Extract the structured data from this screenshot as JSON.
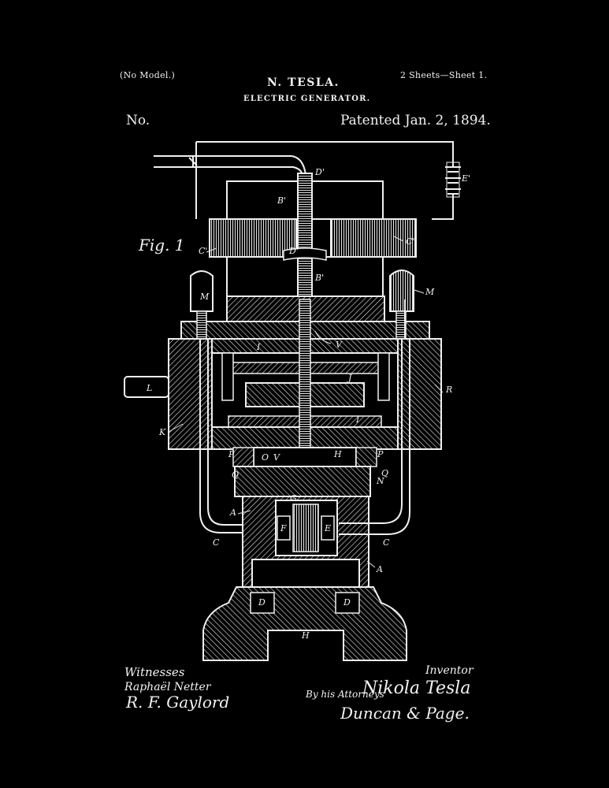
{
  "header": {
    "no_model": "(No Model.)",
    "sheets": "2 Sheets—Sheet 1.",
    "inventor_name": "N. TESLA.",
    "title": "ELECTRIC GENERATOR.",
    "no_label": "No.",
    "patented": "Patented Jan. 2, 1894."
  },
  "figure": {
    "label": "Fig. 1",
    "part_labels": {
      "D_prime_top": "D'",
      "B_prime": "B'",
      "E_prime": "E'",
      "C_prime_left": "C'",
      "C_prime_right": "C'",
      "D_prime_mid": "D'",
      "B_prime_lower": "B'",
      "M_left": "M",
      "M_right": "M",
      "I_top": "I",
      "V_top": "V",
      "L": "L",
      "J": "J",
      "R": "R",
      "I_mid": "I",
      "K": "K",
      "P_left": "P",
      "O": "O",
      "V_mid": "V",
      "H_mid": "H",
      "P_right": "P",
      "Q_left": "Q",
      "Q_right": "Q",
      "N": "N",
      "A_left": "A",
      "G": "G",
      "F": "F",
      "E": "E",
      "C_left": "C",
      "C_right": "C",
      "A_right": "A",
      "D_left": "D",
      "D_right": "D",
      "H_bottom": "H"
    }
  },
  "footer": {
    "witnesses_label": "Witnesses",
    "witness_1": "Raphaël Netter",
    "witness_2": "R. F. Gaylord",
    "inventor_label": "Inventor",
    "inventor_signature": "Nikola Tesla",
    "by_attorneys": "By his Attorneys",
    "attorneys_signature": "Duncan & Page."
  },
  "colors": {
    "background": "#000000",
    "ink": "#f2f2f2"
  }
}
